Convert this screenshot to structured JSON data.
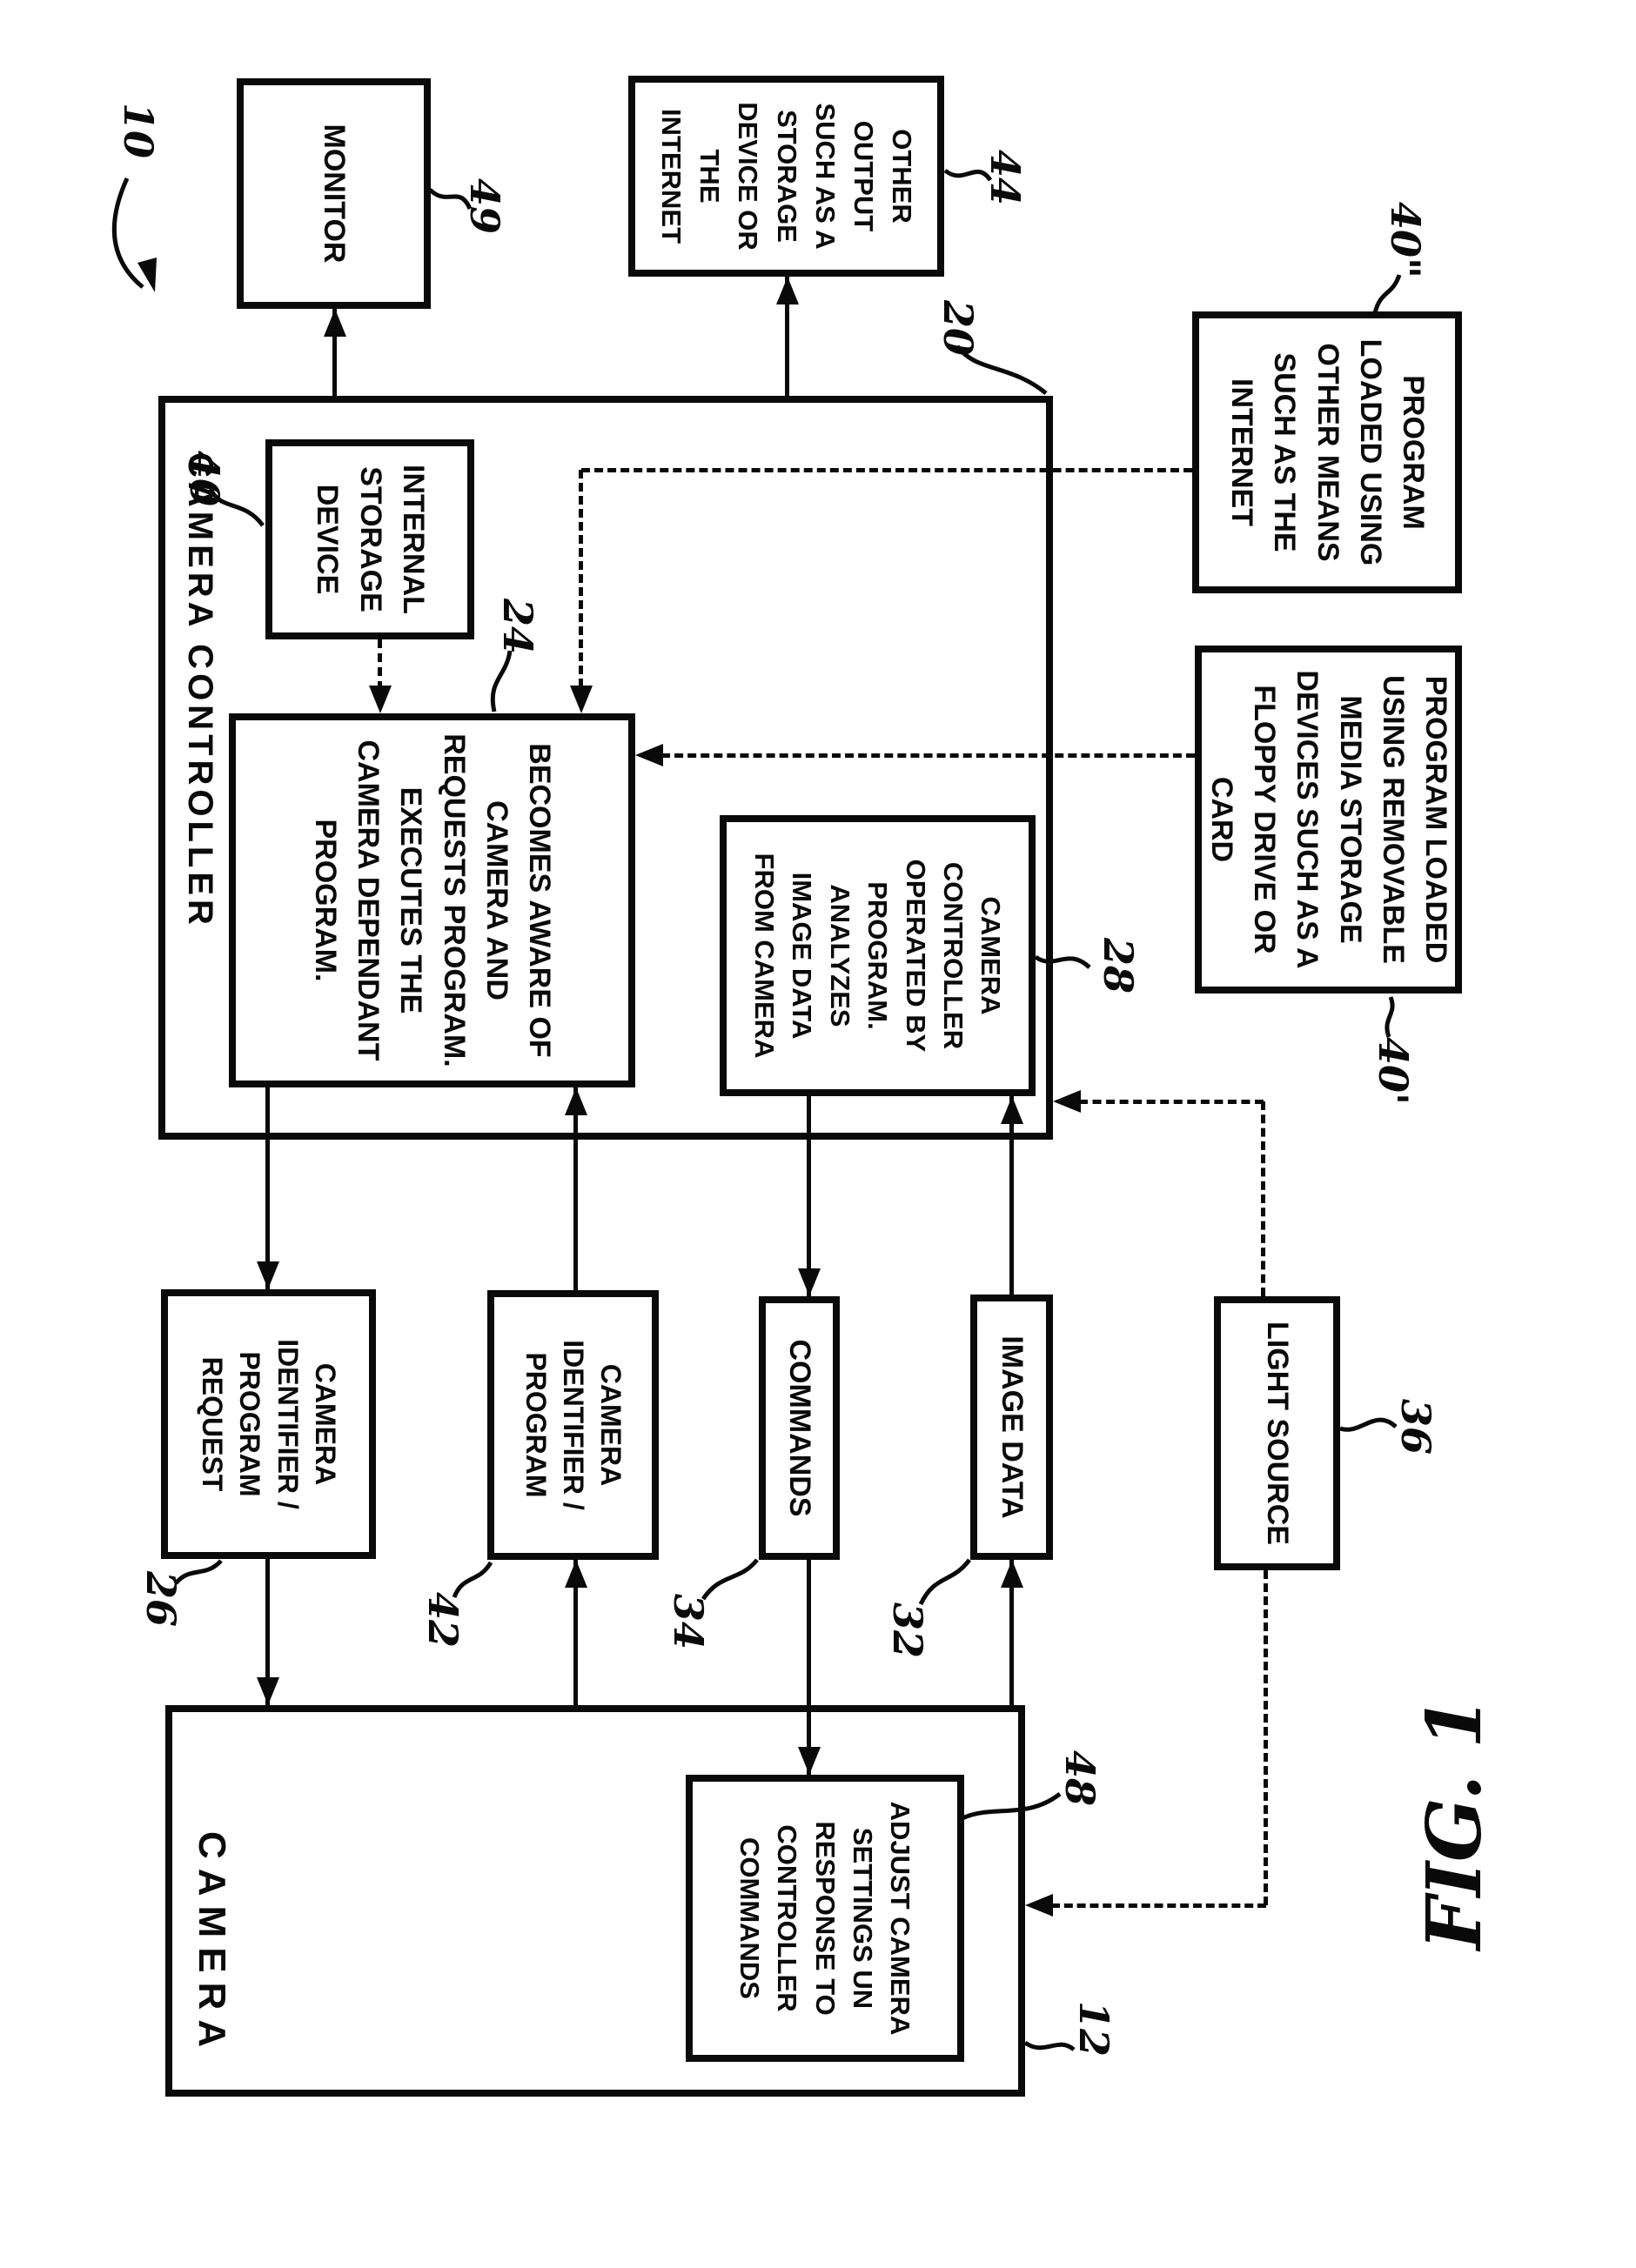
{
  "figure": {
    "caption": "FIG. 1",
    "system_ref": "10"
  },
  "boxes": {
    "monitor": {
      "label": "MONITOR",
      "ref": "49"
    },
    "other_output": {
      "label": "OTHER\nOUTPUT\nSUCH AS A\nSTORAGE\nDEVICE OR\nTHE\nINTERNET",
      "ref": "44"
    },
    "camera_controller": {
      "label": "CAMERA CONTROLLER",
      "ref": "20"
    },
    "internal_storage": {
      "label": "INTERNAL\nSTORAGE\nDEVICE",
      "ref": "40"
    },
    "aware": {
      "label": "BECOMES AWARE OF\nCAMERA AND\nREQUESTS PROGRAM.\nEXECUTES THE\nCAMERA DEPENDANT\nPROGRAM.",
      "ref": "24"
    },
    "operated": {
      "label": "CAMERA\nCONTROLLER\nOPERATED BY\nPROGRAM.\nANALYZES\nIMAGE DATA\nFROM CAMERA",
      "ref": "28"
    },
    "program_internet": {
      "label": "PROGRAM\nLOADED USING\nOTHER MEANS\nSUCH AS THE\nINTERNET",
      "ref": "40\""
    },
    "program_removable": {
      "label": "PROGRAM LOADED\nUSING REMOVABLE\nMEDIA STORAGE\nDEVICES SUCH AS A\nFLOPPY DRIVE OR\nCARD",
      "ref": "40'"
    },
    "identifier_request": {
      "label": "CAMERA\nIDENTIFIER /\nPROGRAM\nREQUEST",
      "ref": "26"
    },
    "identifier_program": {
      "label": "CAMERA\nIDENTIFIER /\nPROGRAM",
      "ref": "42"
    },
    "commands": {
      "label": "COMMANDS",
      "ref": "34"
    },
    "image_data": {
      "label": "IMAGE DATA",
      "ref": "32"
    },
    "light_source": {
      "label": "LIGHT SOURCE",
      "ref": "36"
    },
    "camera": {
      "label": "CAMERA",
      "ref": "12"
    },
    "adjust": {
      "label": "ADJUST CAMERA\nSETTINGS UN\nRESPONSE TO\nCONTROLLER\nCOMMANDS",
      "ref": "48"
    }
  }
}
